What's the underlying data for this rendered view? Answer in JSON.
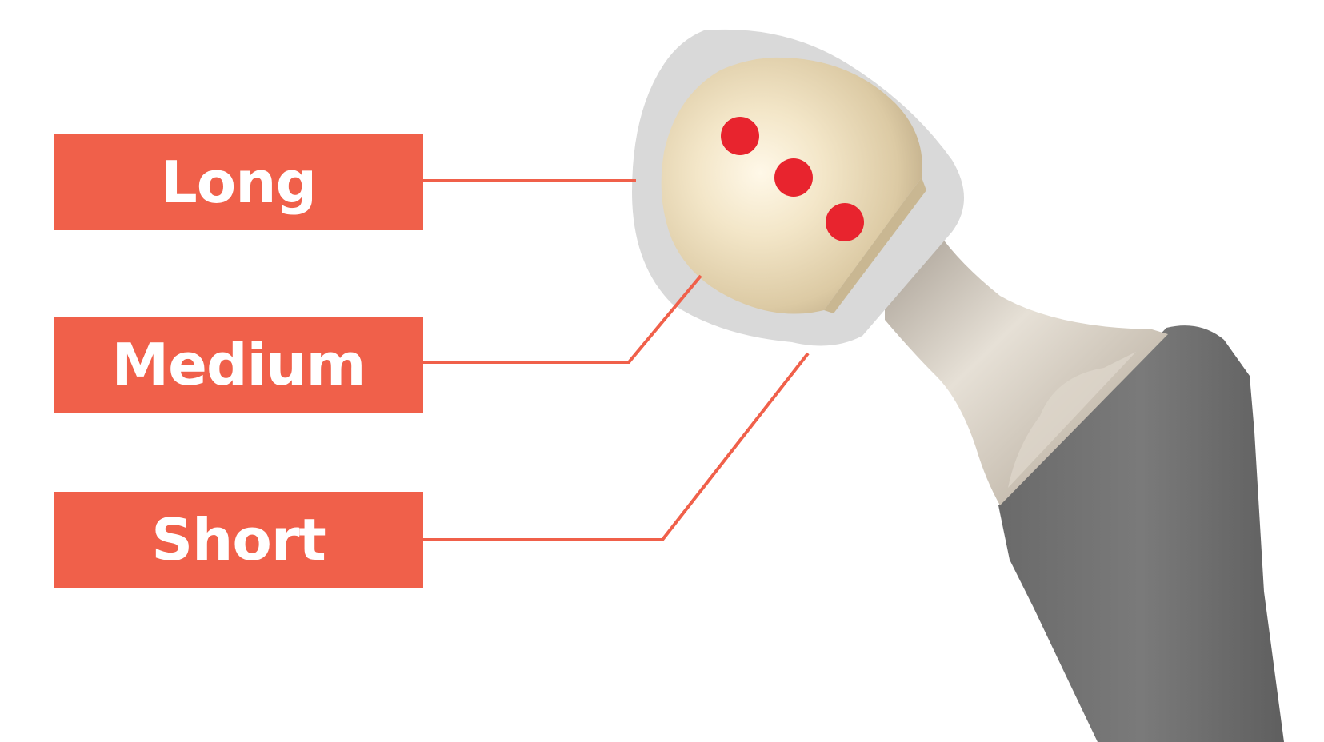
{
  "labels": {
    "long": "Long",
    "medium": "Medium",
    "short": "Short"
  },
  "colors": {
    "label_fill": "#f0604a",
    "label_text": "#ffffff",
    "leader_line": "#f0604a",
    "marker_dot": "#e8242e",
    "femoral_head": "#eedfc0",
    "liner": "#d9d9d9",
    "neck": "#b9b1a6",
    "stem": "#727272"
  },
  "icons": {
    "head": "femoral-head-ball",
    "stem": "hip-implant-stem"
  }
}
